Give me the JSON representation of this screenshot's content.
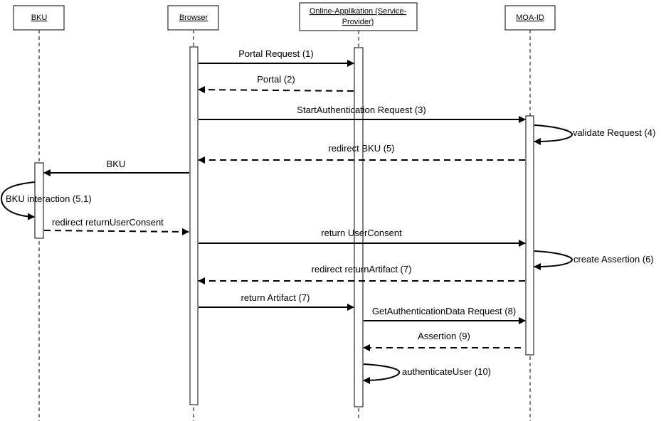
{
  "participants": [
    {
      "id": "bku",
      "label": "BKU"
    },
    {
      "id": "browser",
      "label": "Browser"
    },
    {
      "id": "app",
      "label_lines": [
        "Online-Applikation (Service-",
        "Provider)"
      ]
    },
    {
      "id": "moa",
      "label": "MOA-ID"
    }
  ],
  "messages": [
    {
      "id": "m1",
      "label": "Portal Request (1)",
      "from": "browser",
      "to": "app",
      "style": "solid"
    },
    {
      "id": "m2",
      "label": "Portal (2)",
      "from": "app",
      "to": "browser",
      "style": "dashed"
    },
    {
      "id": "m3",
      "label": "StartAuthentication Request (3)",
      "from": "browser",
      "to": "moa",
      "style": "solid"
    },
    {
      "id": "m4",
      "label": "validate Request (4)",
      "from": "moa",
      "to": "moa",
      "style": "self"
    },
    {
      "id": "m5",
      "label": "redirect BKU (5)",
      "from": "moa",
      "to": "browser",
      "style": "dashed"
    },
    {
      "id": "m6",
      "label": "BKU",
      "from": "browser",
      "to": "bku",
      "style": "solid"
    },
    {
      "id": "m7",
      "label": "BKU interaction (5.1)",
      "from": "bku",
      "to": "bku",
      "style": "self-left"
    },
    {
      "id": "m8",
      "label": "redirect returnUserConsent",
      "from": "bku",
      "to": "browser",
      "style": "dashed"
    },
    {
      "id": "m9",
      "label": "return UserConsent",
      "from": "browser",
      "to": "moa",
      "style": "solid"
    },
    {
      "id": "m10",
      "label": "create Assertion (6)",
      "from": "moa",
      "to": "moa",
      "style": "self"
    },
    {
      "id": "m11",
      "label": "redirect returnArtifact (7)",
      "from": "moa",
      "to": "browser",
      "style": "dashed"
    },
    {
      "id": "m12",
      "label": "return Artifact (7)",
      "from": "browser",
      "to": "app",
      "style": "solid"
    },
    {
      "id": "m13",
      "label": "GetAuthenticationData Request (8)",
      "from": "app",
      "to": "moa",
      "style": "solid"
    },
    {
      "id": "m14",
      "label": "Assertion (9)",
      "from": "moa",
      "to": "app",
      "style": "dashed"
    },
    {
      "id": "m15",
      "label": "authenticateUser (10)",
      "from": "app",
      "to": "app",
      "style": "self"
    }
  ]
}
